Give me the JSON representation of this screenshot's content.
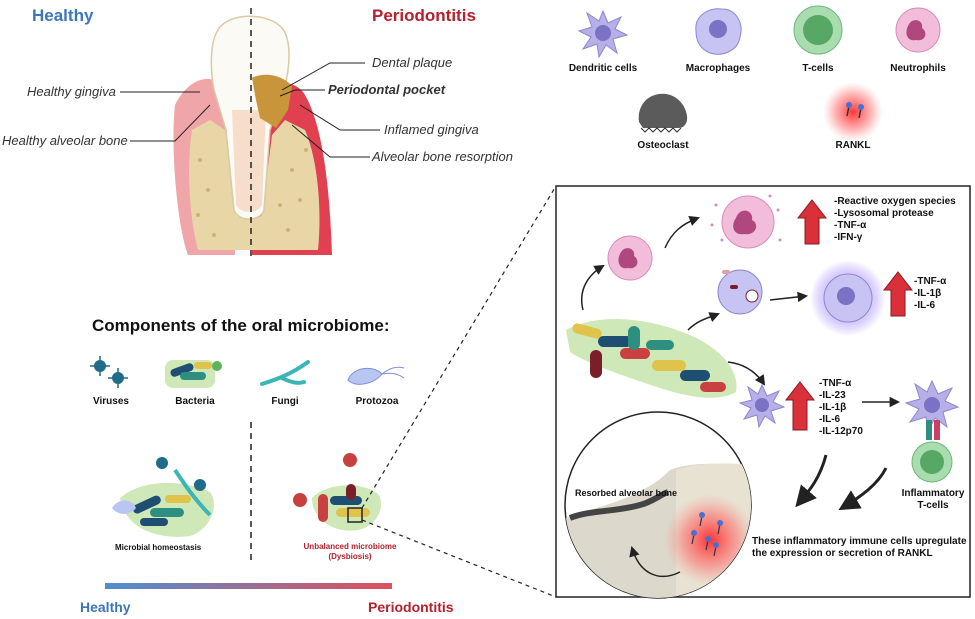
{
  "top": {
    "healthy": "Healthy",
    "periodontitis": "Periodontitis"
  },
  "tooth_labels": {
    "healthy_gingiva": "Healthy gingiva",
    "healthy_bone": "Healthy alveolar bone",
    "dental_plaque": "Dental plaque",
    "periodontal_pocket": "Periodontal pocket",
    "inflamed_gingiva": "Inflamed gingiva",
    "bone_resorption": "Alveolar bone resorption"
  },
  "legend": {
    "dendritic": "Dendritic cells",
    "macrophages": "Macrophages",
    "tcells": "T-cells",
    "neutrophils": "Neutrophils",
    "osteoclast": "Osteoclast",
    "rankl": "RANKL"
  },
  "microbiome": {
    "title": "Components of the oral microbiome:",
    "viruses": "Viruses",
    "bacteria": "Bacteria",
    "fungi": "Fungi",
    "protozoa": "Protozoa",
    "homeostasis": "Microbial homeostasis",
    "unbalanced_1": "Unbalanced microbiome",
    "unbalanced_2": "(Dysbiosis)"
  },
  "bottom": {
    "healthy": "Healthy",
    "periodontitis": "Periodontitis"
  },
  "panel": {
    "list1": [
      "-Reactive oxygen species",
      "-Lysosomal protease",
      "-TNF-α",
      "-IFN-γ"
    ],
    "list2": [
      "-TNF-α",
      "-IL-1β",
      "-IL-6"
    ],
    "list3": [
      "-TNF-α",
      "-IL-23",
      "-IL-1β",
      "-IL-6",
      "-IL-12p70"
    ],
    "resorbed": "Resorbed alveolar bone",
    "inflammatory_1": "Inflammatory",
    "inflammatory_2": "T-cells",
    "upregulate_1": "These inflammatory immune cells upregulate",
    "upregulate_2": "the expression or secretion of RANKL"
  },
  "colors": {
    "healthy_blue": "#3b76b8",
    "perio_red": "#b5202a",
    "arrow_red": "#d9303a"
  }
}
